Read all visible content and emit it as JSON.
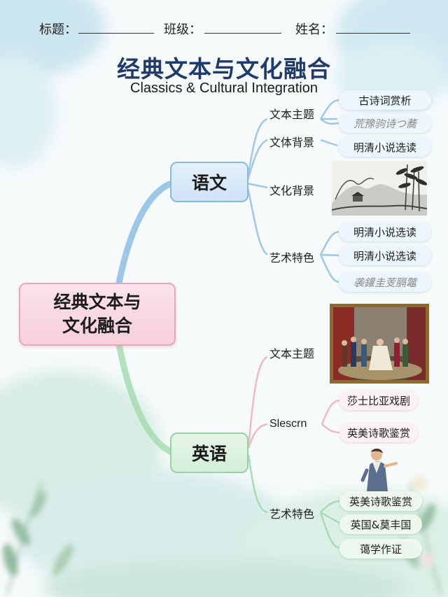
{
  "header": {
    "title_label": "标题：",
    "class_label": "班级：",
    "name_label": "姓名："
  },
  "title": {
    "cn": "经典文本与文化融合",
    "en": "Classics & Cultural Integration"
  },
  "root": {
    "line1": "经典文本与",
    "line2": "文化融合"
  },
  "chinese": {
    "label": "语文",
    "branches": [
      {
        "label": "文本主题",
        "leaves": [
          "古诗词赏析",
          "荒豫驹诗つ蕎"
        ]
      },
      {
        "label": "文体背景",
        "leaves": [
          "明清小说选读"
        ]
      },
      {
        "label": "文化背景",
        "leaves": []
      },
      {
        "label": "艺术特色",
        "leaves": [
          "明清小说选读",
          "明清小说选读",
          "袭鑵圭芰膈鼈"
        ]
      }
    ]
  },
  "english": {
    "label": "英语",
    "branches": [
      {
        "label": "文本主题",
        "leaves": []
      },
      {
        "label": "Slescrn",
        "leaves": [
          "莎士比亚戏剧",
          "英美诗歌鉴赏"
        ]
      },
      {
        "label": "艺术特色",
        "leaves": [
          "英美诗歌鉴赏",
          "英国&莫丰国",
          "蔼学作证"
        ]
      }
    ]
  },
  "colors": {
    "blue_branch": "#8cbde3",
    "green_branch": "#9fd8ab",
    "pink_branch": "#f0b9c9",
    "title": "#1f3a6b"
  },
  "icons": [
    "ink-landscape-painting",
    "theater-scene-painting",
    "poet-figure-illustration",
    "leaf-decoration"
  ]
}
